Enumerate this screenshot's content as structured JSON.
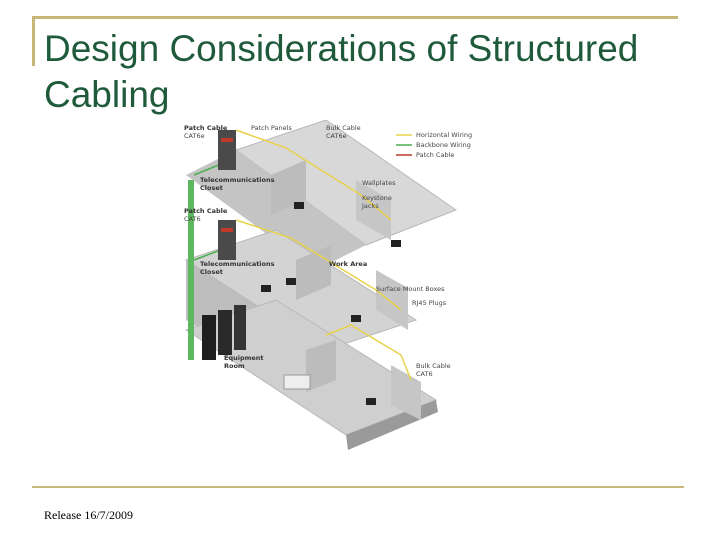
{
  "slide": {
    "title": "Design Considerations of Structured Cabling",
    "footer": "Release 16/7/2009"
  },
  "diagram": {
    "labels": {
      "patch_cable_1": "Patch Cable",
      "patch_cable_1_sub": "CAT6e",
      "patch_panels": "Patch Panels",
      "bulk_cable_top": "Bulk Cable",
      "bulk_cable_top_sub": "CAT6e",
      "legend_horizontal": "Horizontal Wiring",
      "legend_backbone": "Backbone Wiring",
      "legend_patch": "Patch Cable",
      "telecom_closet_1": "Telecommunications",
      "telecom_closet_1_sub": "Closet",
      "wallplates": "Wallplates",
      "keystone": "Keystone",
      "keystone_sub": "Jacks",
      "patch_cable_2": "Patch Cable",
      "patch_cable_2_sub": "CAT6",
      "telecom_closet_2": "Telecommunications",
      "telecom_closet_2_sub": "Closet",
      "work_area": "Work Area",
      "surface_mount": "Surface Mount Boxes",
      "rj45": "RJ45 Plugs",
      "equipment_room": "Equipment",
      "equipment_room_sub": "Room",
      "bulk_cable_bottom": "Bulk Cable",
      "bulk_cable_bottom_sub": "CAT6"
    },
    "colors": {
      "horizontal": "#e8d24a",
      "backbone": "#4caf50",
      "patch": "#c0392b"
    }
  }
}
